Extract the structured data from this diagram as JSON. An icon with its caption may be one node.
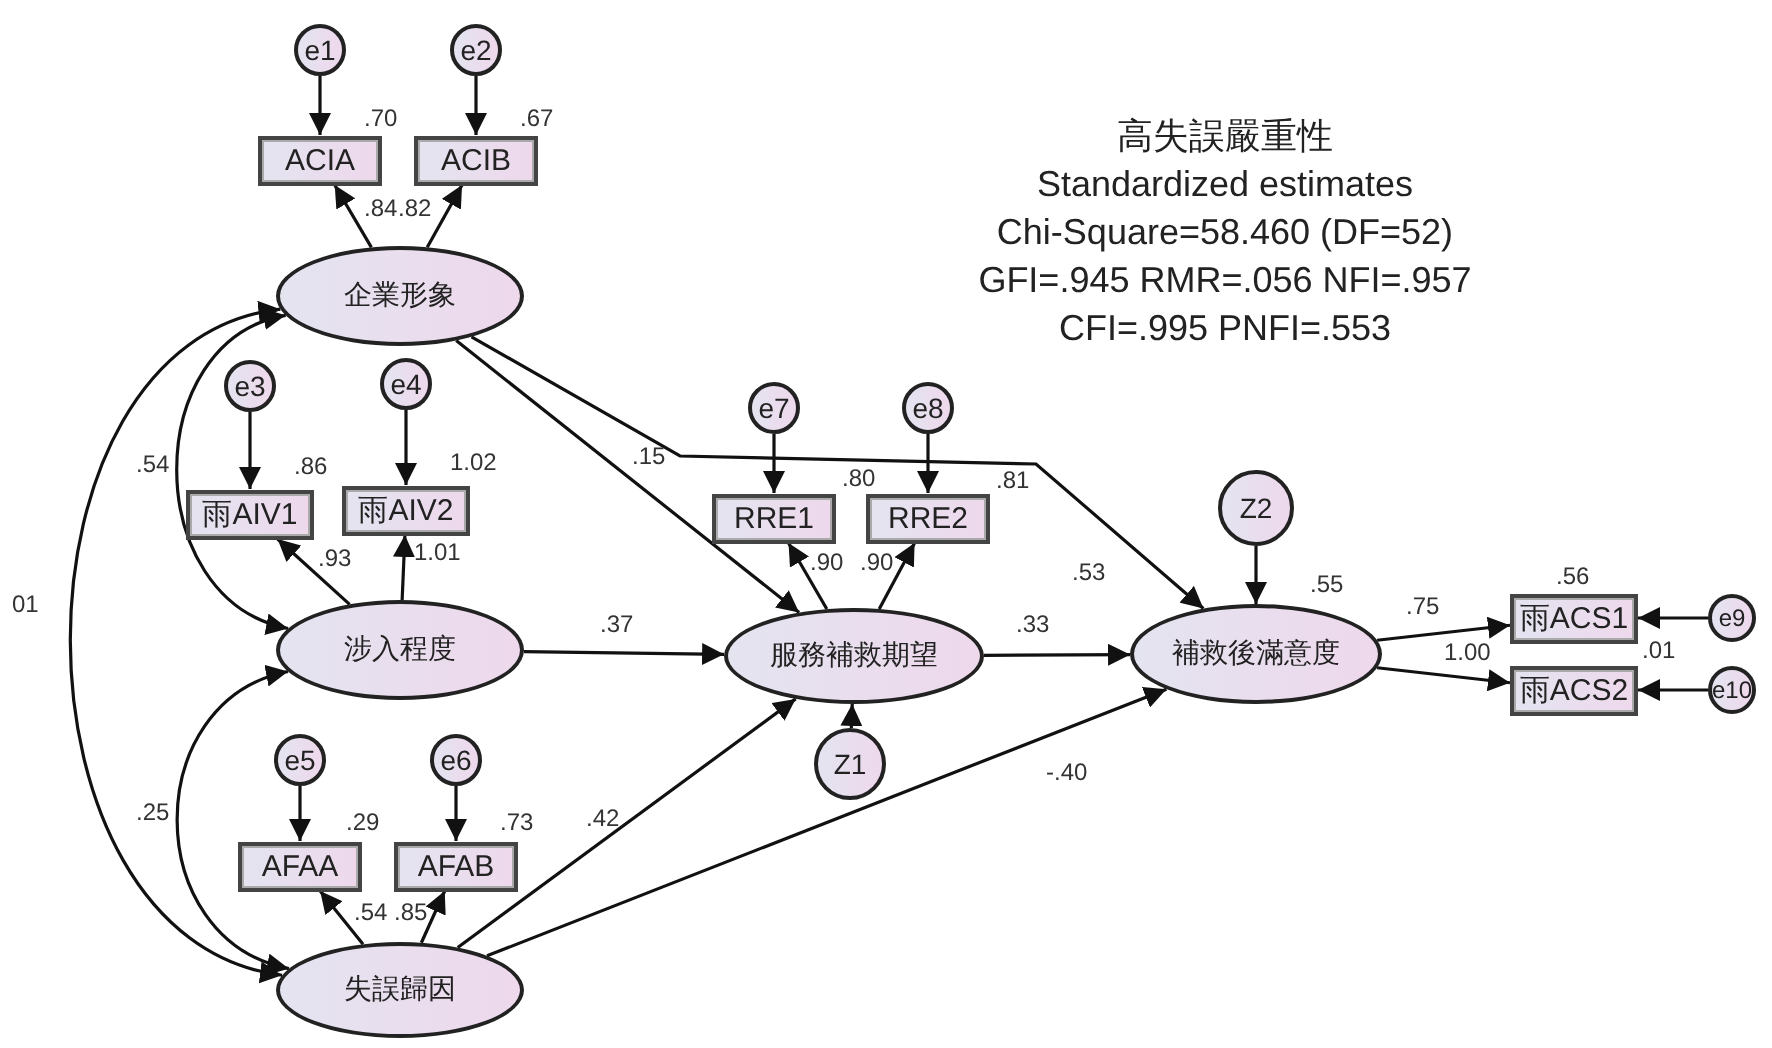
{
  "diagram": {
    "title": "高失誤嚴重性",
    "nodes": [
      {
        "text": [
          "企業形象"
        ]
      },
      {
        "text": [
          "ACIA"
        ],
        "beside": [
          ".70"
        ]
      },
      {
        "text": [
          "ACIB"
        ],
        "beside": [
          ".67"
        ]
      },
      {
        "text": [
          "e1"
        ]
      },
      {
        "text": [
          "e2"
        ]
      },
      {
        "text": [
          "涉入程度"
        ]
      },
      {
        "text": [
          "雨AIV1"
        ],
        "beside": [
          ".86"
        ]
      },
      {
        "text": [
          "雨AIV2"
        ],
        "beside": [
          "1.02"
        ]
      },
      {
        "text": [
          "e3"
        ]
      },
      {
        "text": [
          "e4"
        ]
      },
      {
        "text": [
          "失誤歸因"
        ]
      },
      {
        "text": [
          "AFAA"
        ],
        "beside": [
          ".29"
        ]
      },
      {
        "text": [
          "AFAB"
        ],
        "beside": [
          ".73"
        ]
      },
      {
        "text": [
          "e5"
        ]
      },
      {
        "text": [
          "e6"
        ]
      },
      {
        "text": [
          "服務補救期望"
        ]
      },
      {
        "text": [
          "RRE1"
        ],
        "beside": [
          ".80"
        ]
      },
      {
        "text": [
          "RRE2"
        ],
        "beside": [
          ".81"
        ]
      },
      {
        "text": [
          "e7"
        ]
      },
      {
        "text": [
          "e8"
        ]
      },
      {
        "text": [
          "Z1"
        ]
      },
      {
        "text": [
          "補救後滿意度"
        ],
        "beside": [
          ".55"
        ]
      },
      {
        "text": [
          "Z2"
        ]
      },
      {
        "text": [
          "雨ACS1"
        ],
        "beside": [
          ".56"
        ]
      },
      {
        "text": [
          "雨ACS2"
        ],
        "beside": [
          ".01"
        ]
      },
      {
        "text": [
          "e9"
        ]
      },
      {
        "text": [
          "e10"
        ]
      }
    ],
    "edges": [
      {
        "from": 3,
        "to": 1,
        "arrow": "to"
      },
      {
        "from": 4,
        "to": 2,
        "arrow": "to"
      },
      {
        "from": 0,
        "to": 1,
        "arrow": "to",
        "label": ".84"
      },
      {
        "from": 0,
        "to": 2,
        "arrow": "to",
        "label": ".82"
      },
      {
        "from": 8,
        "to": 6,
        "arrow": "to"
      },
      {
        "from": 9,
        "to": 7,
        "arrow": "to"
      },
      {
        "from": 5,
        "to": 6,
        "arrow": "to",
        "label": ".93"
      },
      {
        "from": 5,
        "to": 7,
        "arrow": "to",
        "label": "1.01"
      },
      {
        "from": 13,
        "to": 11,
        "arrow": "to"
      },
      {
        "from": 14,
        "to": 12,
        "arrow": "to"
      },
      {
        "from": 10,
        "to": 11,
        "arrow": "to",
        "label": ".54"
      },
      {
        "from": 10,
        "to": 12,
        "arrow": "to",
        "label": ".85"
      },
      {
        "from": 0,
        "to": 5,
        "arrow": "both",
        "label": ".54"
      },
      {
        "from": 0,
        "to": 10,
        "arrow": "both",
        "label": "01"
      },
      {
        "from": 5,
        "to": 10,
        "arrow": "both",
        "label": ".25"
      },
      {
        "from": 0,
        "to": 15,
        "arrow": "to",
        "label": ".15"
      },
      {
        "from": 0,
        "to": 21,
        "arrow": "to",
        "label": ".53"
      },
      {
        "from": 5,
        "to": 15,
        "arrow": "to",
        "label": ".37"
      },
      {
        "from": 10,
        "to": 15,
        "arrow": "to",
        "label": ".42"
      },
      {
        "from": 10,
        "to": 21,
        "arrow": "to",
        "label": "-.40"
      },
      {
        "from": 15,
        "to": 21,
        "arrow": "to",
        "label": ".33"
      },
      {
        "from": 20,
        "to": 15,
        "arrow": "to"
      },
      {
        "from": 18,
        "to": 16,
        "arrow": "to"
      },
      {
        "from": 19,
        "to": 17,
        "arrow": "to"
      },
      {
        "from": 15,
        "to": 16,
        "arrow": "to",
        "label": ".90"
      },
      {
        "from": 15,
        "to": 17,
        "arrow": "to",
        "label": ".90"
      },
      {
        "from": 22,
        "to": 21,
        "arrow": "to"
      },
      {
        "from": 21,
        "to": 23,
        "arrow": "to",
        "label": ".75"
      },
      {
        "from": 21,
        "to": 24,
        "arrow": "to",
        "label": "1.00"
      },
      {
        "from": 25,
        "to": 23,
        "arrow": "to"
      },
      {
        "from": 26,
        "to": 24,
        "arrow": "to"
      }
    ],
    "labels": [
      "Standardized estimates",
      "Chi-Square=58.460 (DF=52)",
      "GFI=.945 RMR=.056 NFI=.957",
      "CFI=.995 PNFI=.553"
    ]
  }
}
